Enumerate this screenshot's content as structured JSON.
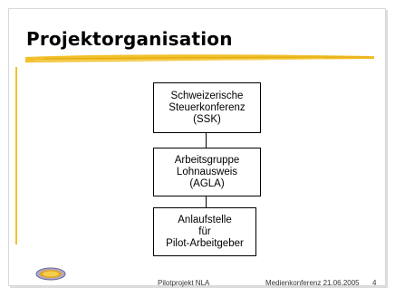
{
  "slide": {
    "title": "Projektorganisation",
    "boxes": [
      {
        "lines": [
          "Schweizerische",
          "Steuerkonferenz",
          "(SSK)"
        ]
      },
      {
        "lines": [
          "Arbeitsgruppe",
          "Lohnausweis",
          "(AGLA)"
        ]
      },
      {
        "lines": [
          "Anlaufstelle",
          "für",
          "Pilot-Arbeitgeber"
        ]
      }
    ],
    "footer": {
      "center": "Pilotprojekt NLA",
      "right": "Medienkonferenz 21.06.2005",
      "page_number": "4"
    }
  },
  "colors": {
    "accent": "#f2c02b",
    "box_border": "#000000"
  }
}
